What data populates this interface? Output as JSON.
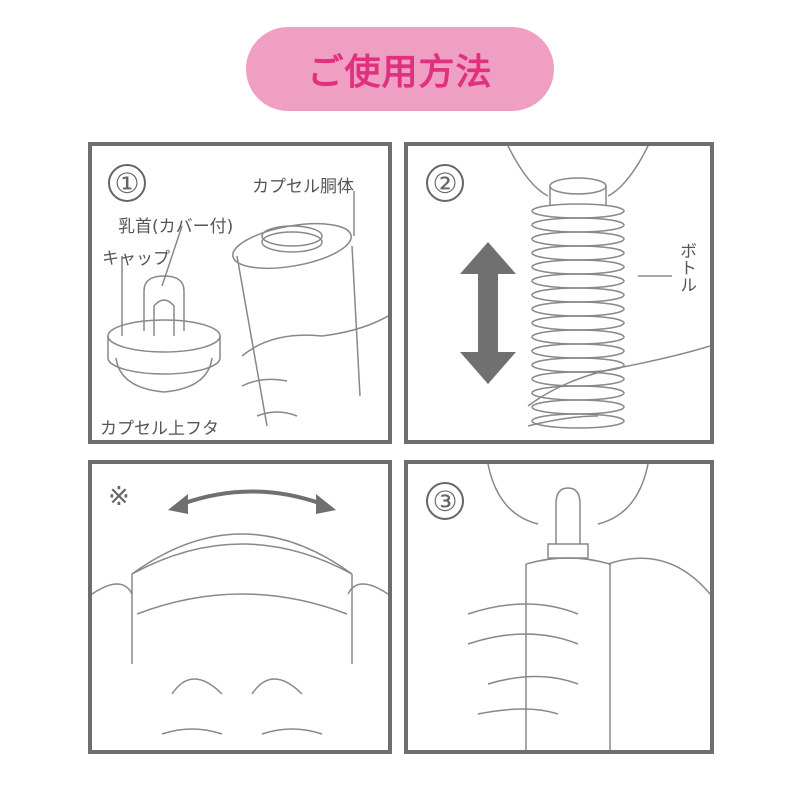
{
  "title": "ご使用方法",
  "colors": {
    "pill_bg": "#efa0c2",
    "title_text": "#e0307e",
    "border": "#6e6e6e",
    "arrow": "#707070"
  },
  "steps": [
    {
      "number": "①",
      "labels": {
        "body": "カプセル胴体",
        "nipple": "乳首(カバー付)",
        "cap": "キャップ",
        "lid": "カプセル上フタ"
      }
    },
    {
      "number": "②",
      "labels": {
        "bottle": "ボトル"
      },
      "icon": "double-arrow-vertical"
    },
    {
      "number": "※",
      "icon": "curved-double-arrow"
    },
    {
      "number": "③"
    }
  ]
}
